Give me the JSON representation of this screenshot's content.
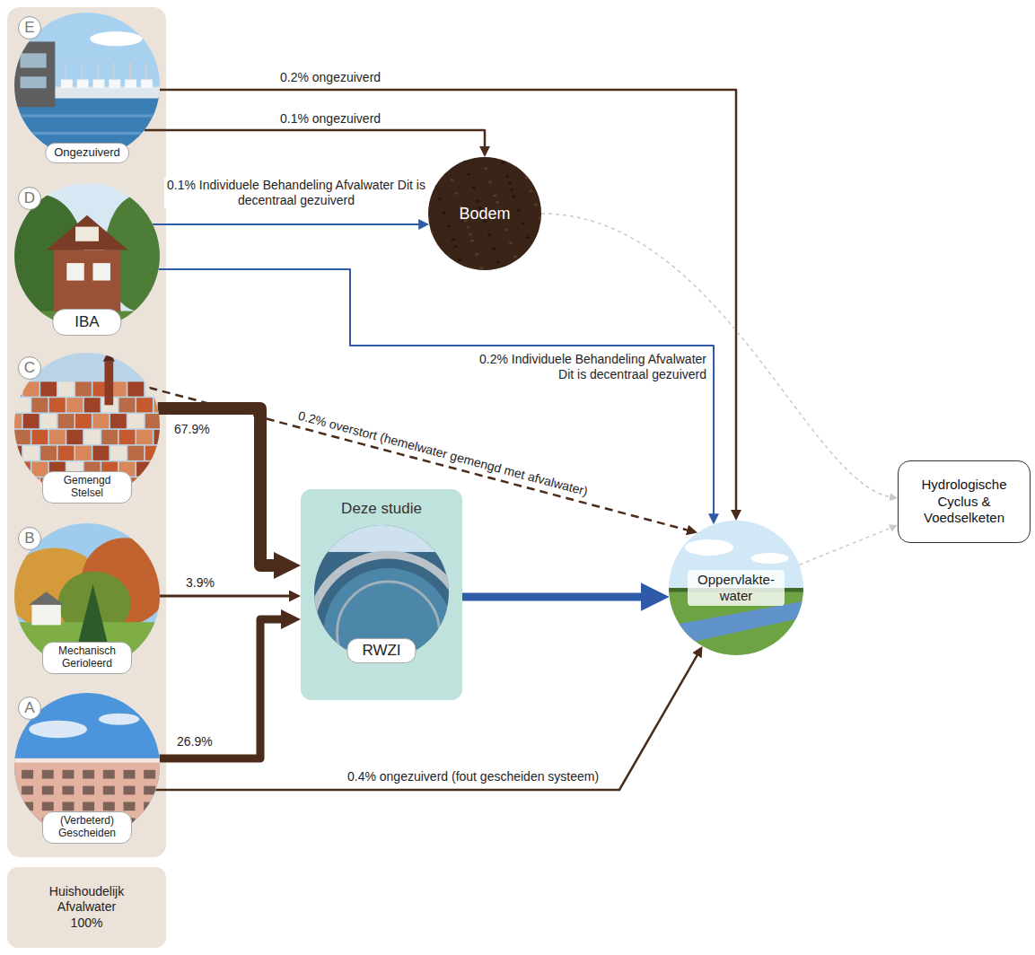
{
  "diagram": {
    "nodes": [
      {
        "text": [
          "E",
          "Ongezuiverd"
        ]
      },
      {
        "text": [
          "D",
          "IBA"
        ]
      },
      {
        "text": [
          "C",
          "Gemengd Stelsel"
        ]
      },
      {
        "text": [
          "B",
          "Mechanisch Gerioleerd"
        ]
      },
      {
        "text": [
          "A",
          "(Verbeterd) Gescheiden"
        ]
      },
      {
        "text": [
          "Huishoudelijk Afvalwater 100%"
        ]
      },
      {
        "text": [
          "Bodem"
        ]
      },
      {
        "text": [
          "Deze studie"
        ]
      },
      {
        "text": [
          "RWZI"
        ],
        "in": 7
      },
      {
        "text": [
          "Oppervlakte- water"
        ]
      },
      {
        "text": [
          "Hydrologische Cyclus & Voedselketen"
        ]
      }
    ],
    "edges": [
      {
        "from": 0,
        "to": 9,
        "arrow": "to",
        "label": "0.2% ongezuiverd"
      },
      {
        "from": 0,
        "to": 6,
        "arrow": "to",
        "label": "0.1% ongezuiverd"
      },
      {
        "from": 1,
        "to": 6,
        "arrow": "to",
        "label": "0.1% Individuele Behandeling Afvalwater Dit is decentraal gezuiverd"
      },
      {
        "from": 1,
        "to": 9,
        "arrow": "to",
        "label": "0.2% Individuele Behandeling Afvalwater Dit is decentraal gezuiverd"
      },
      {
        "from": 2,
        "to": 9,
        "arrow": "to",
        "label": "0.2% overstort (hemelwater gemengd met afvalwater)"
      },
      {
        "from": 2,
        "to": 7,
        "arrow": "to",
        "label": "67.9%"
      },
      {
        "from": 3,
        "to": 7,
        "arrow": "to",
        "label": "3.9%"
      },
      {
        "from": 4,
        "to": 7,
        "arrow": "to",
        "label": "26.9%"
      },
      {
        "from": 4,
        "to": 9,
        "arrow": "to",
        "label": "0.4% ongezuiverd (fout gescheiden systeem)"
      },
      {
        "from": 7,
        "to": 9,
        "arrow": "to"
      },
      {
        "from": 6,
        "to": 10,
        "arrow": "to"
      },
      {
        "from": 9,
        "to": 10,
        "arrow": "to"
      }
    ]
  }
}
